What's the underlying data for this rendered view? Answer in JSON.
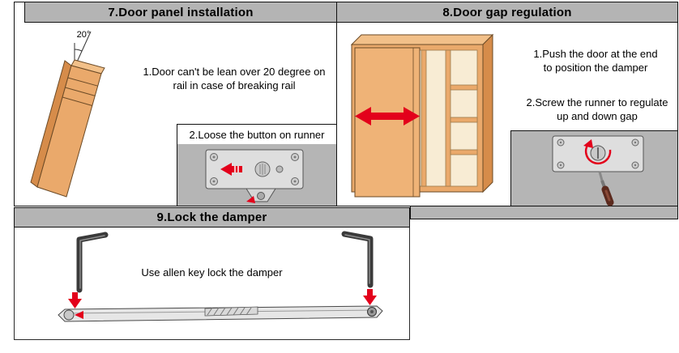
{
  "panel7": {
    "title": "7.Door panel installation",
    "angle_label": "20°",
    "note": "1.Door can't be lean over 20 degree on\nrail in case of breaking rail",
    "runner_box_title": "2.Loose the button on runner"
  },
  "panel8": {
    "title": "8.Door gap regulation",
    "note1": "1.Push the door at the end\nto position the damper",
    "note2": "2.Screw the runner to regulate\nup and down gap"
  },
  "panel9": {
    "title": "9.Lock the damper",
    "note": "Use allen key lock the damper"
  },
  "icons": {
    "slide_direction": "left-right-double-arrow",
    "press_down": "down-arrow",
    "rotate_runner": "circular-rotation-arrow",
    "push_runner": "left-arrow"
  },
  "colors": {
    "header_bg": "#b4b4b4",
    "illustration_bg": "#b5b5b5",
    "panel_border": "#111111",
    "wood": "#eaa96b",
    "wood_dark": "#d68c4a",
    "wood_light": "#f2c089",
    "cabinet_interior": "#f8ecd4",
    "metal_plate": "#dedede",
    "accent_red": "#e3001b"
  }
}
